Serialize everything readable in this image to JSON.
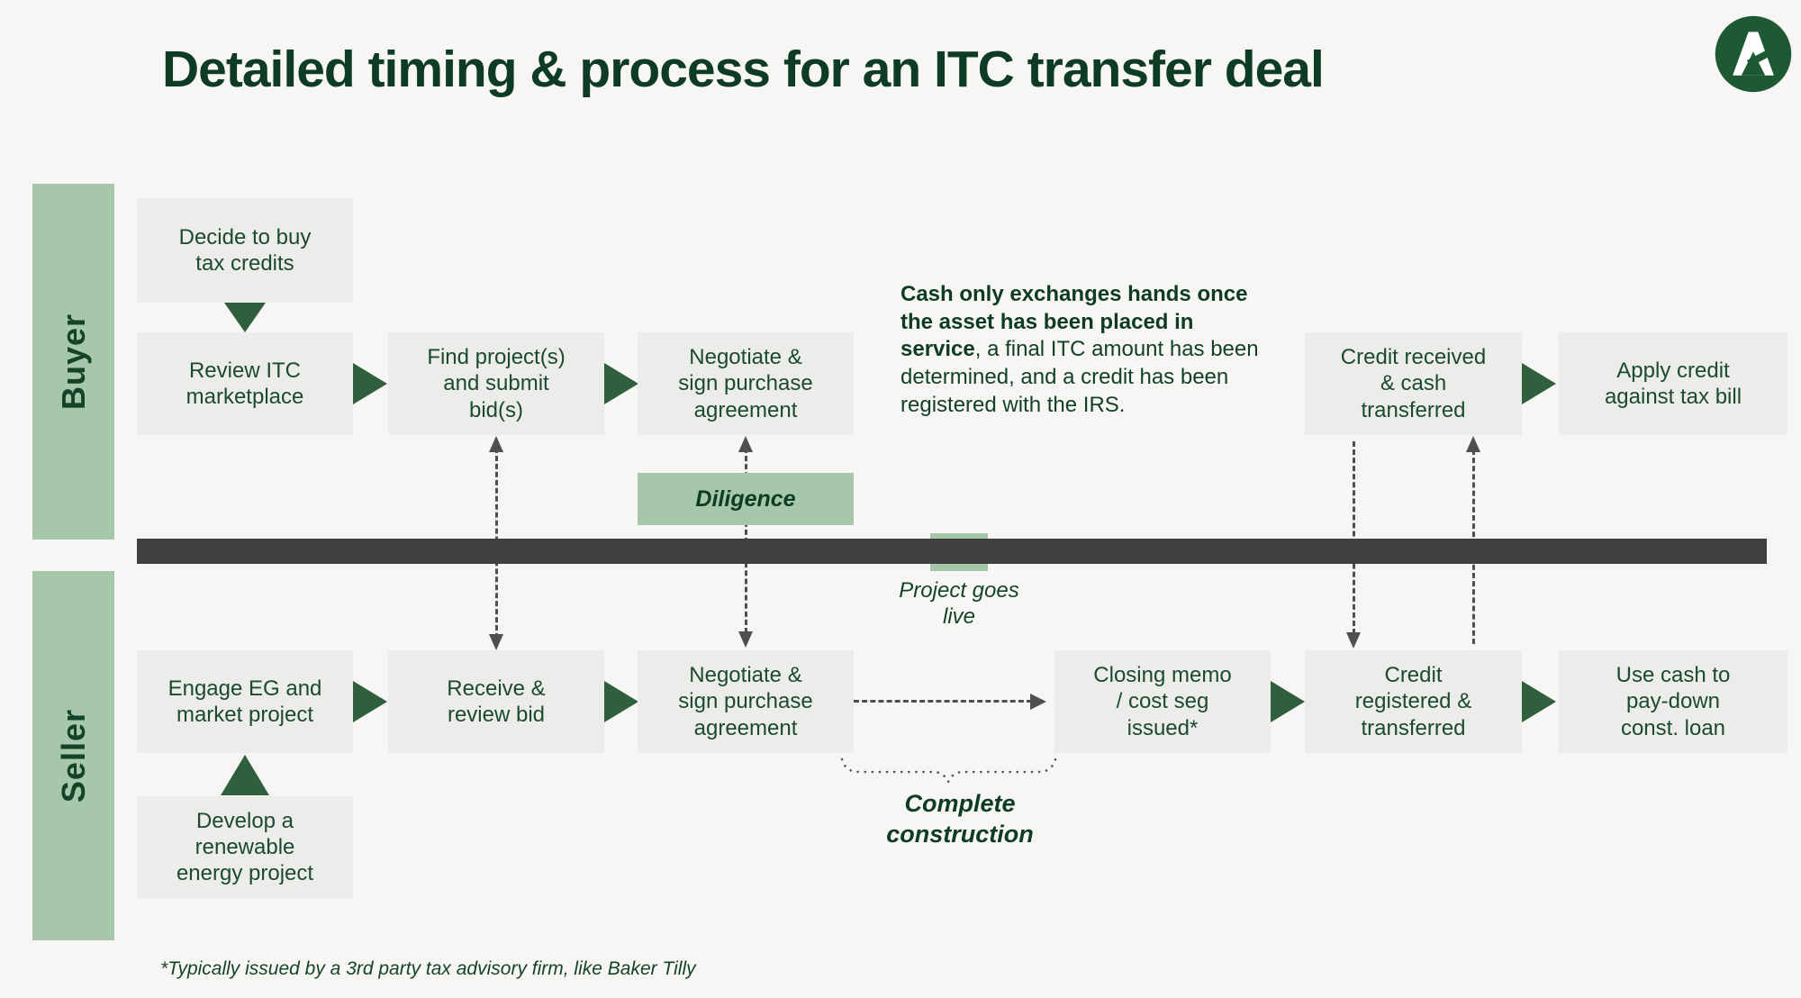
{
  "title": "Detailed timing & process for an ITC transfer deal",
  "lanes": {
    "buyer": "Buyer",
    "seller": "Seller"
  },
  "buyer_steps": {
    "decide": "Decide to buy\ntax credits",
    "review": "Review ITC\nmarketplace",
    "find": "Find project(s)\nand submit\nbid(s)",
    "negotiate": "Negotiate &\nsign purchase\nagreement",
    "credit_received": "Credit received\n& cash\ntransferred",
    "apply_credit": "Apply credit\nagainst tax bill"
  },
  "seller_steps": {
    "develop": "Develop a\nrenewable\nenergy project",
    "engage": "Engage EG and\nmarket project",
    "receive": "Receive &\nreview bid",
    "negotiate": "Negotiate &\nsign purchase\nagreement",
    "closing_memo": "Closing memo\n/ cost seg\nissued*",
    "credit_registered": "Credit\nregistered &\ntransferred",
    "use_cash": "Use cash to\npay-down\nconst. loan"
  },
  "annotations": {
    "diligence": "Diligence",
    "project_goes_live": "Project goes\nlive",
    "complete_construction": "Complete\nconstruction",
    "cash_note_bold": "Cash only exchanges hands once the asset has been placed in service",
    "cash_note_rest": ", a final ITC amount has been determined, and a credit has been registered with the IRS.",
    "footnote": "*Typically issued by a 3rd party tax advisory firm, like Baker Tilly"
  },
  "icons": {
    "logo": "evergreen-tree-logo"
  },
  "colors": {
    "background": "#f7f6f4",
    "step_box_gray": "#ececea",
    "sage_green": "#a6c7a9",
    "dark_green_text": "#0d3b23",
    "box_text_green": "#1b4a2e",
    "arrow_green": "#2f5f3c",
    "timeline_gray": "#3f3f3f",
    "connector_gray": "#4f4f4f",
    "logo_green": "#1d5a33"
  }
}
